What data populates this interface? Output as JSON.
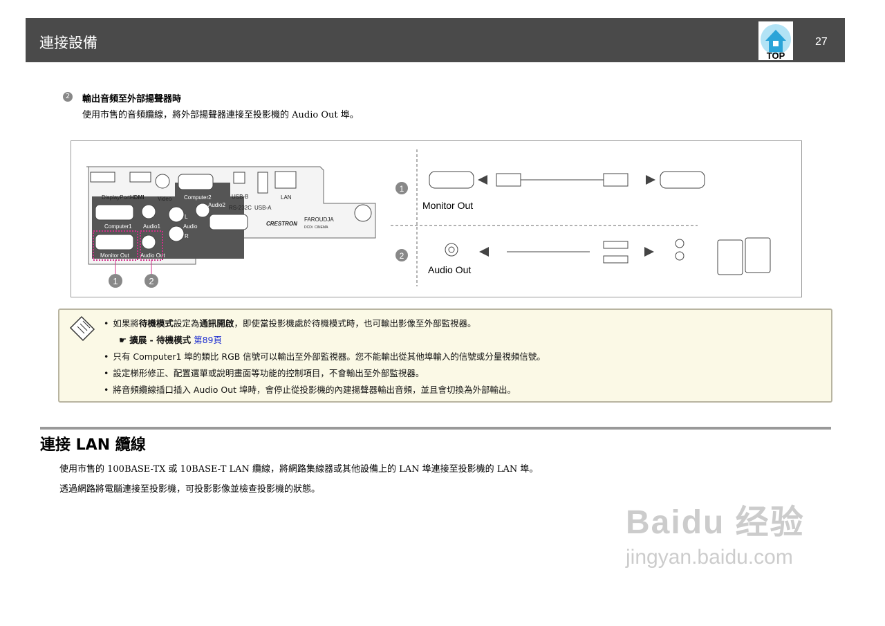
{
  "header": {
    "title": "連接設備",
    "top_label": "TOP",
    "page_number": "27"
  },
  "section2": {
    "number": "2",
    "heading": "輸出音頻至外部揚聲器時",
    "body": "使用市售的音頻纜線，將外部揚聲器連接至投影機的 Audio Out 埠。"
  },
  "diagram": {
    "ports": [
      "DisplayPort",
      "HDMI",
      "Video",
      "Computer2",
      "Audio2",
      "USB-B",
      "USB-A",
      "RS-232C",
      "LAN",
      "Computer1",
      "Audio1",
      "Audio",
      "L",
      "R",
      "Monitor Out",
      "Audio Out",
      "CRESTRON",
      "FAROUDJA",
      "DCDi",
      "CINEMA"
    ],
    "callouts": [
      "1",
      "2"
    ],
    "row1_label": "Monitor Out",
    "row2_label": "Audio Out"
  },
  "note": {
    "items": [
      {
        "pre": "如果將",
        "b1": "待機模式",
        "mid": "設定為",
        "b2": "通訊開啟",
        "post": "，即使當投影機處於待機模式時，也可輸出影像至外部監視器。"
      },
      {
        "ref_text": "擴展 - 待機模式",
        "ref_link": "第89頁"
      },
      {
        "text": "只有 Computer1 埠的類比 RGB 信號可以輸出至外部監視器。您不能輸出從其他埠輸入的信號或分量視頻信號。"
      },
      {
        "text": "設定梯形修正、配置選單或說明畫面等功能的控制項目，不會輸出至外部監視器。"
      },
      {
        "text": "將音頻纜線插口插入 Audio Out 埠時，會停止從投影機的內建揚聲器輸出音頻，並且會切換為外部輸出。"
      }
    ]
  },
  "lan": {
    "heading": "連接 LAN 纜線",
    "p1": "使用市售的 100BASE-TX 或 10BASE-T LAN 纜線，將網路集線器或其他設備上的 LAN 埠連接至投影機的 LAN 埠。",
    "p2": "透過網路將電腦連接至投影機，可投影影像並檢查投影機的狀態。"
  },
  "watermark": {
    "brand": "Baidu 经验",
    "url": "jingyan.baidu.com"
  },
  "colors": {
    "header": "#4a4a4a",
    "note_bg": "#fbf9e6",
    "link": "#2030d0",
    "callout_dash": "#d0308a"
  }
}
